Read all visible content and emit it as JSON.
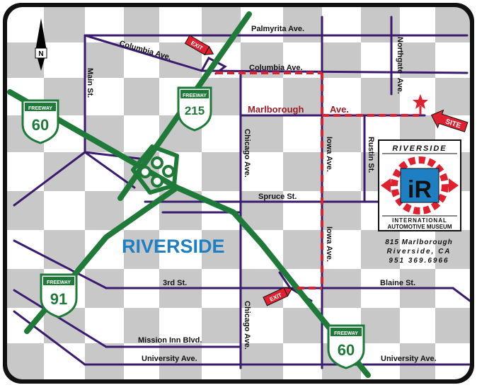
{
  "colors": {
    "frame": "#111111",
    "checker_light": "#ffffff",
    "checker_dark": "#c8c8c8",
    "street": "#3a1b6e",
    "freeway": "#1f7a3a",
    "route": "#e0202e",
    "city_label": "#1e7fc2",
    "red_street_label": "#9c1b27",
    "shield_green": "#1f7a3a"
  },
  "compass": {
    "label": "N"
  },
  "city_label": "RIVERSIDE",
  "freeways": [
    {
      "id": "215",
      "top": "FREEWAY",
      "number": "215"
    },
    {
      "id": "60w",
      "top": "FREEWAY",
      "number": "60"
    },
    {
      "id": "91",
      "top": "FREEWAY",
      "number": "91"
    },
    {
      "id": "60s",
      "top": "FREEWAY",
      "number": "60"
    }
  ],
  "streets": {
    "palmyrita": "Palmyrita Ave.",
    "columbia_west": "Columbia Ave.",
    "columbia_east": "Columbia Ave.",
    "main": "Main St.",
    "northgate": "Northgate",
    "ave_label": "Ave.",
    "marlborough": "Marlborough",
    "marlborough_ave": "Ave.",
    "chicago_north": "Chicago Ave.",
    "chicago_south": "Chicago Ave.",
    "iowa_north": "Iowa Ave.",
    "iowa_south": "Iowa Ave.",
    "rustin": "Rustin St.",
    "spruce": "Spruce St.",
    "third": "3rd St.",
    "blaine": "Blaine St.",
    "mission_inn": "Mission Inn Blvd.",
    "university_west": "University Ave.",
    "university_east": "University Ave."
  },
  "exits": [
    "EXIT",
    "EXIT"
  ],
  "site_label": "SITE",
  "museum": {
    "top": "RIVERSIDE",
    "logo": "iR",
    "line1": "INTERNATIONAL",
    "line2": "AUTOMOTIVE MUSEUM",
    "address1": "815 Marlborough",
    "address2": "Riverside, CA",
    "phone": "951 369.6966"
  }
}
